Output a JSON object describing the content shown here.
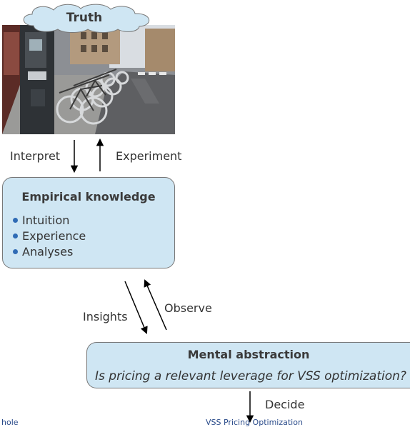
{
  "truth": {
    "title": "Truth"
  },
  "labels": {
    "interpret": "Interpret",
    "experiment": "Experiment",
    "insights": "Insights",
    "observe": "Observe",
    "decide": "Decide"
  },
  "empirical": {
    "title": "Empirical knowledge",
    "items": [
      "Intuition",
      "Experience",
      "Analyses"
    ]
  },
  "mental": {
    "title": "Mental abstraction",
    "question": "Is pricing a relevant leverage for VSS optimization?"
  },
  "footer": {
    "left": "hole",
    "center": "VSS Pricing Optimization"
  },
  "colors": {
    "box_fill": "#cfe6f3",
    "bullet": "#2f6bb5",
    "footer_text": "#2a4b8a"
  }
}
